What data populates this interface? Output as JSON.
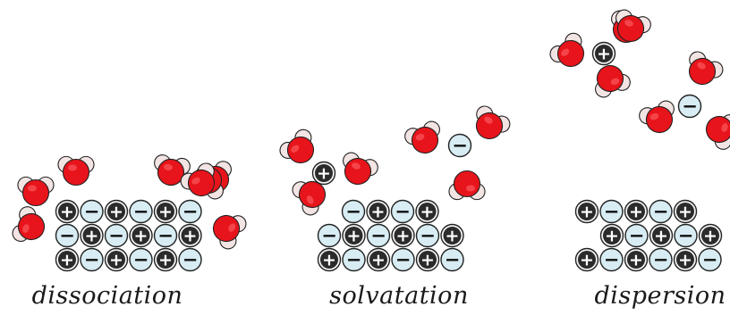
{
  "labels": {
    "dissociation": "dissociation",
    "solvatation": "solvatation",
    "dispersion": "dispersion"
  },
  "symbols": {
    "cation": "+",
    "anion": "−"
  },
  "colors": {
    "oxygen": "#e8141b",
    "hydrogen": "#f3e4e4",
    "anion_fill": "#d7ecf3",
    "cation_fill": "#2b2b2b",
    "outline": "#222222"
  },
  "panels": [
    {
      "name": "dissociation",
      "crystal_rows": [
        [
          "+",
          "-",
          "+",
          "-",
          "+",
          "-"
        ],
        [
          "-",
          "+",
          "-",
          "+",
          "-",
          "+"
        ],
        [
          "+",
          "-",
          "+",
          "-",
          "+",
          "-"
        ]
      ],
      "water_count": 8,
      "free_ions": []
    },
    {
      "name": "solvatation",
      "crystal_rows": [
        [
          "-",
          "+",
          "-",
          "+"
        ],
        [
          "-",
          "+",
          "-",
          "+",
          "-",
          "+"
        ],
        [
          "+",
          "-",
          "+",
          "-",
          "+",
          "-"
        ]
      ],
      "water_count": 6,
      "free_ions": [
        "+",
        "-"
      ]
    },
    {
      "name": "dispersion",
      "crystal_rows": [
        [
          "+",
          "-",
          "+",
          "-",
          "+"
        ],
        [
          "+",
          "-",
          "+",
          "-",
          "+"
        ],
        [
          "+",
          "-",
          "+",
          "-",
          "+",
          "-"
        ]
      ],
      "water_count": 7,
      "free_ions": [
        "+",
        "-"
      ]
    }
  ]
}
